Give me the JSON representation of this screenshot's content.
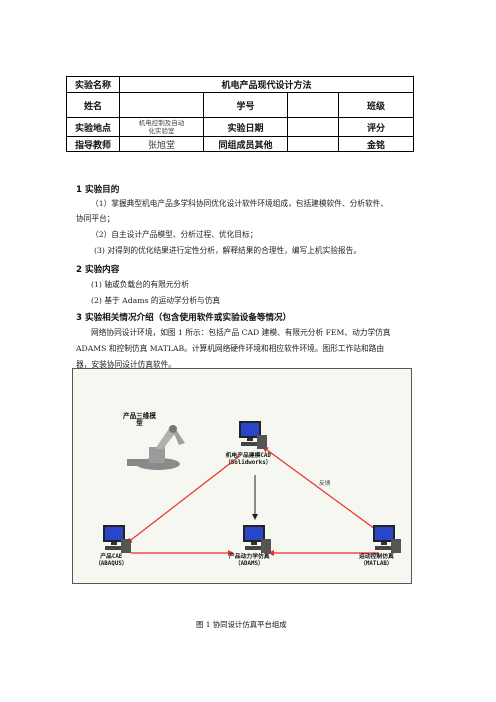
{
  "table": {
    "r1": {
      "label": "实验名称",
      "value": "机电产品现代设计方法"
    },
    "r2": {
      "label1": "姓名",
      "label2": "学号",
      "label3": "班级"
    },
    "r3": {
      "label1": "实验地点",
      "place_line1": "机电控制及自动",
      "place_line2": "化实验室",
      "label2": "实验日期",
      "label3": "评分"
    },
    "r4": {
      "label1": "指导教师",
      "teacher": "张旭堂",
      "label2": "同组成员其他",
      "member": "金铭"
    }
  },
  "sections": {
    "s1": {
      "heading": "1 实验目的",
      "lines": [
        "（1）掌握典型机电产品多学科协同优化设计软件环境组成，包括建模软件、分析软件、",
        "协同平台；",
        "（2）自主设计产品模型、分析过程、优化目标；",
        "(3)   对得到的优化结果进行定性分析，解释结果的合理性，编写上机实验报告。"
      ]
    },
    "s2": {
      "heading": "2 实验内容",
      "items": [
        "(1)  轴或负载台的有限元分析",
        "(2)  基于 Adams 的运动学分析与仿真"
      ]
    },
    "s3": {
      "heading": "3 实验相关情况介绍（包含使用软件或实验设备等情况）",
      "lines": [
        "网络协同设计环境，如图 1 所示：包括产品 CAD 建模、有限元分析 FEM、动力学仿真",
        "ADAMS 和控制仿真 MATLAB。计算机网络硬件环境和相应软件环境。图形工作站和路由",
        "器，安装协同设计仿真软件。"
      ]
    }
  },
  "figure": {
    "model_label_l1": "产品三维模",
    "model_label_l2": "型",
    "top_node_l1": "机电产品建模CAD",
    "top_node_l2": "（Solidworks）",
    "left_node_l1": "产品CAE",
    "left_node_l2": "（ABAQUS）",
    "mid_node_l1": "产品动力学仿真",
    "mid_node_l2": "（ADAMS）",
    "right_node_l1": "运动控制仿真",
    "right_node_l2": "（MATLAB）",
    "feedback": "反馈",
    "caption": "图 1  协同设计仿真平台组成"
  },
  "colors": {
    "edge": "#e8302a",
    "arrow": "#222222",
    "screen": "#2a46c8"
  }
}
